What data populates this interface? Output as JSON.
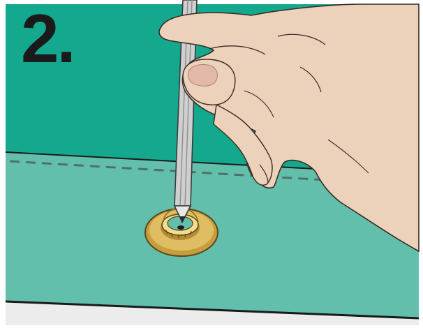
{
  "illustration": {
    "step_label": "2.",
    "colors": {
      "background_teal": "#14a98f",
      "fabric": "#62bfac",
      "stitch_line": "#4f6f6a",
      "outline": "#1a1a1a",
      "floor": "#ececec",
      "grommet_gold": "#d8b35a",
      "grommet_light": "#f2dc8e",
      "skin": "#ecd2bb",
      "nail": "#e2b8a8",
      "pencil": "#c9c9c9"
    },
    "objects": [
      "hand-icon",
      "pencil-icon",
      "grommet-icon",
      "fabric-sheet",
      "stitch-line"
    ]
  }
}
